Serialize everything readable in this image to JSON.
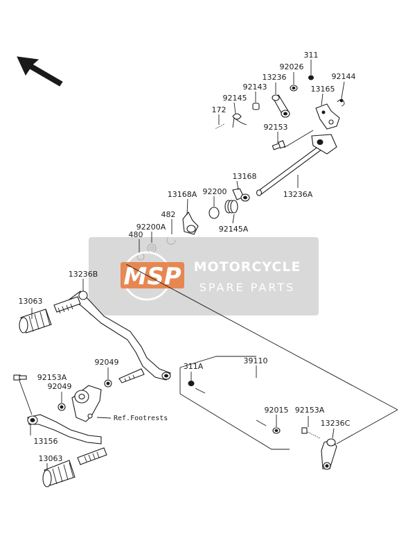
{
  "labels": {
    "p311": "311",
    "p92026": "92026",
    "p92144": "92144",
    "p13236": "13236",
    "p92143": "92143",
    "p13165": "13165",
    "p92145": "92145",
    "p172": "172",
    "p92153": "92153",
    "p13168": "13168",
    "p13168A": "13168A",
    "p92200": "92200",
    "p13236A": "13236A",
    "p482": "482",
    "p92145A": "92145A",
    "p92200A": "92200A",
    "p480": "480",
    "p13236B": "13236B",
    "p13063_top": "13063",
    "p92049_a": "92049",
    "p92153A_left": "92153A",
    "p92049_b": "92049",
    "p311A": "311A",
    "p39110": "39110",
    "p92015": "92015",
    "p92153A_right": "92153A",
    "p13236C": "13236C",
    "p13156": "13156",
    "p13063_bottom": "13063",
    "ref_footrests": "Ref.Footrests"
  },
  "watermark": {
    "logo": "MSP",
    "title": "MOTORCYCLE",
    "subtitle": "SPARE PARTS"
  },
  "colors": {
    "ink": "#1a1a1a",
    "watermark_box": "#cfcfcf",
    "watermark_logo": "#e8783a",
    "watermark_text": "#ffffff"
  },
  "icons": {
    "direction_arrow": "arrow-up-left-icon"
  }
}
